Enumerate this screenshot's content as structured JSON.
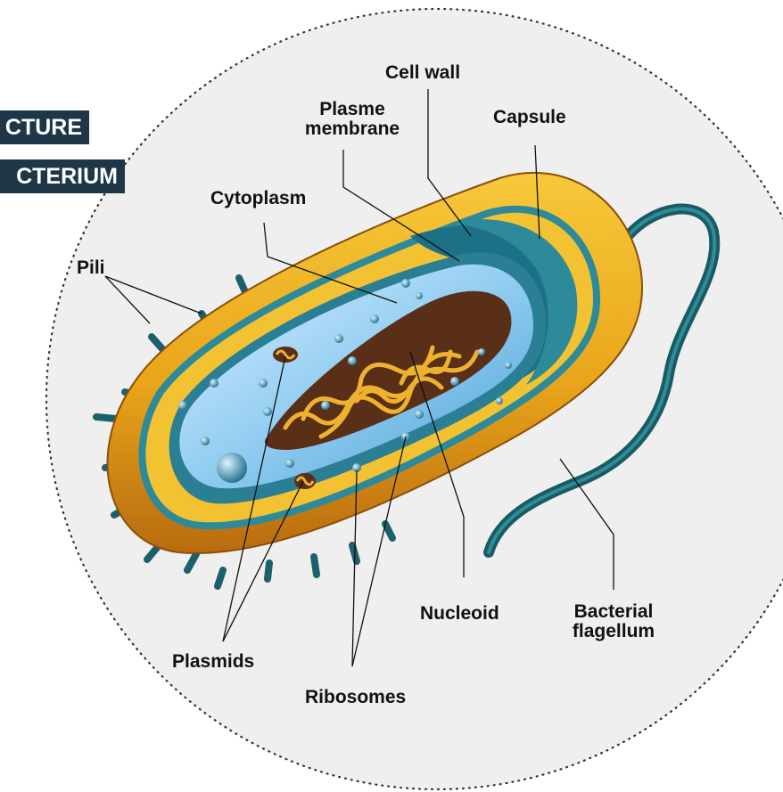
{
  "title_banner": {
    "line1": "CTURE",
    "line2": "CTERIUM",
    "bg_color": "#1d3748"
  },
  "labels": {
    "cell_wall": "Cell wall",
    "plasme_membrane_line1": "Plasme",
    "plasme_membrane_line2": "membrane",
    "capsule": "Capsule",
    "cytoplasm": "Cytoplasm",
    "pili": "Pili",
    "nucleoid": "Nucleoid",
    "bacterial_flagellum_line1": "Bacterial",
    "bacterial_flagellum_line2": "flagellum",
    "plasmids": "Plasmids",
    "ribosomes": "Ribosomes"
  },
  "colors": {
    "capsule": "#f2b41a",
    "capsule_shadow": "#c57a12",
    "cell_wall": "#2c8a9b",
    "membrane": "#1e6f86",
    "cytoplasm": "#8cc8ee",
    "nucleoid": "#6a3b1a",
    "dna": "#e9a52a",
    "flagellum": "#1a5a63",
    "circle_bg": "#efefef"
  }
}
